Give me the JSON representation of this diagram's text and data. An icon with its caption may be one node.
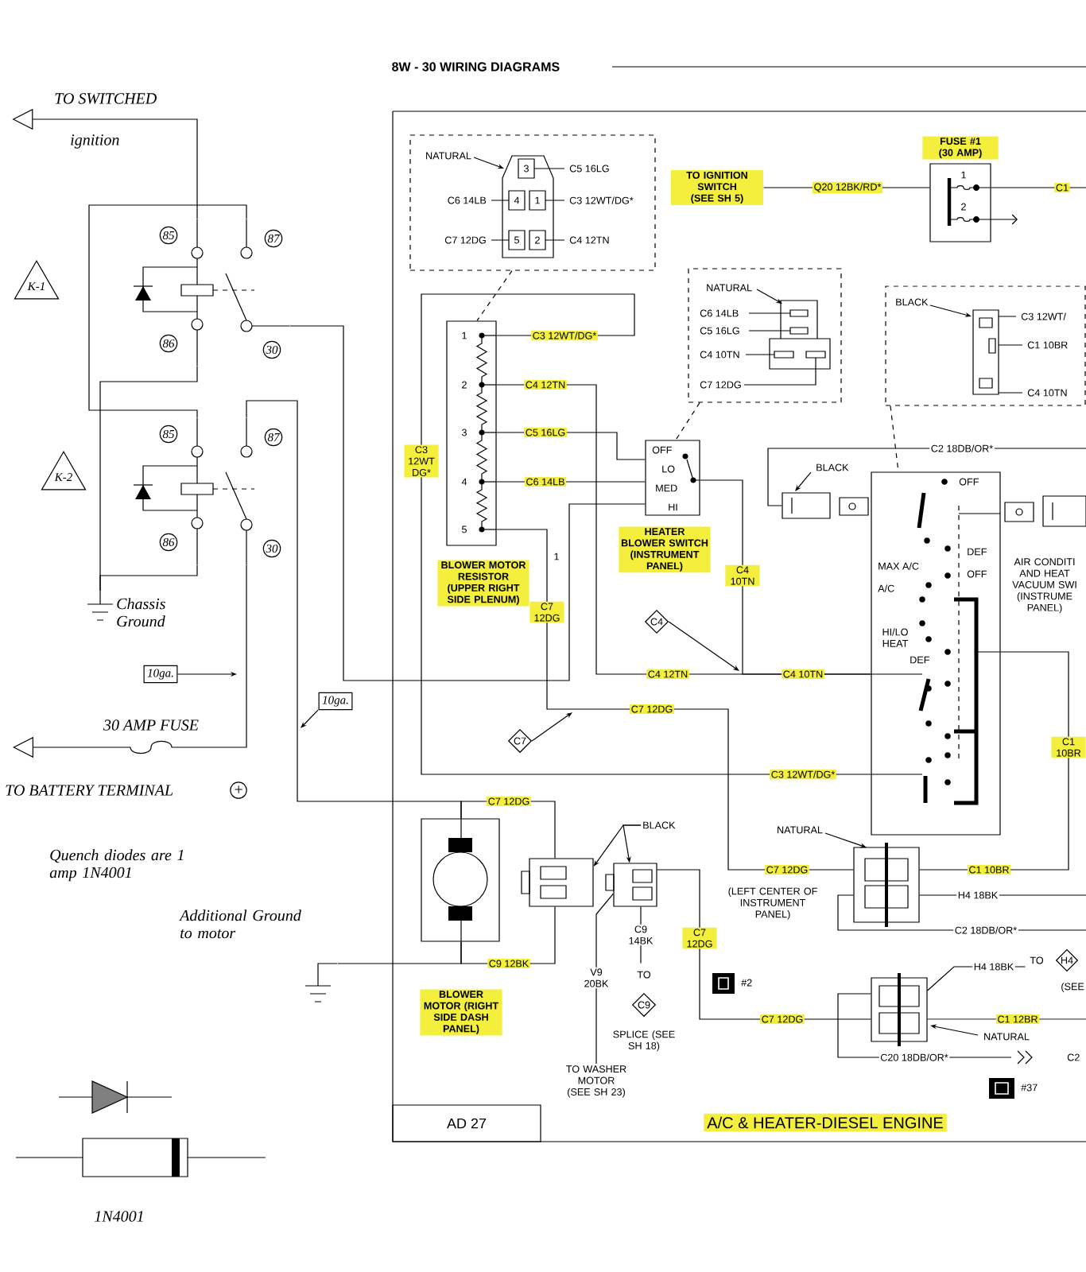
{
  "diagram": {
    "title": "8W - 30 WIRING DIAGRAMS",
    "caption": "A/C & HEATER-DIESEL ENGINE",
    "nodes": [
      {
        "text": [
          "85",
          "87",
          "86",
          "30"
        ]
      },
      {
        "text": [
          "85",
          "87",
          "86",
          "30"
        ]
      },
      {
        "text": [
          "Chassis Ground"
        ]
      },
      {
        "text": [
          "10ga."
        ]
      },
      {
        "text": [
          "10ga."
        ]
      },
      {
        "text": [
          "Additional Ground to motor"
        ]
      },
      {
        "text": [
          "NATURAL",
          "3",
          "C5 16LG",
          "C6 14LB",
          "4",
          "1",
          "C3 12WT/DG*",
          "C7 12DG",
          "5",
          "2",
          "C4 12TN"
        ]
      },
      {
        "text": [
          "TO IGNITION SWITCH (SEE SH 5)"
        ]
      },
      {
        "text": [
          "FUSE #1 (30 AMP)",
          "1",
          "2"
        ]
      },
      {
        "text": [
          "NATURAL",
          "C6 14LB",
          "C5 16LG",
          "C4 10TN",
          "C7 12DG"
        ]
      },
      {
        "text": [
          "BLACK",
          "C3 12WT/",
          "C1 10BR",
          "C4 10TN"
        ]
      },
      {
        "text": [
          "1",
          "2",
          "3",
          "4",
          "5",
          "BLOWER MOTOR RESISTOR (UPPER RIGHT SIDE PLENUM)"
        ]
      },
      {
        "text": [
          "OFF",
          "LO",
          "MED",
          "HI",
          "HEATER BLOWER SWITCH (INSTRUMENT PANEL)"
        ]
      },
      {
        "text": [
          "BLACK"
        ]
      },
      {
        "text": [
          "OFF",
          "DEF",
          "MAX A/C",
          "OFF",
          "A/C",
          "HI/LO HEAT",
          "DEF"
        ],
        "beside": [
          "AIR CONDITI AND HEAT VACUUM SWI (INSTRUME PANEL)"
        ]
      },
      {
        "text": [
          "C4"
        ]
      },
      {
        "text": [
          "C7"
        ]
      },
      {
        "text": [],
        "shape": "box",
        "beside": [
          "BLOWER MOTOR (RIGHT SIDE DASH PANEL)"
        ]
      },
      {
        "text": [],
        "shape": "box"
      },
      {
        "text": [],
        "shape": "box"
      },
      {
        "text": [
          "BLACK"
        ]
      },
      {
        "text": [
          "C9"
        ],
        "beside": [
          "TO",
          "SPLICE (SEE SH 18)"
        ]
      },
      {
        "text": [
          "TO WASHER MOTOR (SEE SH 23)"
        ]
      },
      {
        "text": [
          "NATURAL"
        ],
        "beside": [
          "(LEFT CENTER OF INSTRUMENT PANEL)"
        ]
      },
      {
        "text": [
          "NATURAL"
        ]
      },
      {
        "text": [
          "H4"
        ],
        "beside": [
          "TO",
          "(SEE"
        ]
      },
      {
        "text": [
          "K-1"
        ]
      },
      {
        "text": [
          "K-2"
        ]
      },
      {
        "text": [
          "TO SWITCHED",
          "ignition"
        ]
      }
    ],
    "edges": [
      {
        "from": 0,
        "to": 28,
        "arrow": "to"
      },
      {
        "from": 0,
        "to": 1,
        "arrow": "none"
      },
      {
        "from": 0,
        "to": 2,
        "arrow": "none"
      },
      {
        "from": 1,
        "to": 2,
        "arrow": "none"
      },
      {
        "from": 1,
        "to": null,
        "arrow": "to",
        "label": "30 AMP FUSE"
      },
      {
        "from": 0,
        "to": 12,
        "arrow": "none"
      },
      {
        "from": 1,
        "to": 17,
        "arrow": "none"
      },
      {
        "from": 5,
        "to": 17,
        "arrow": "none"
      },
      {
        "from": 3,
        "to": null,
        "arrow": "to"
      },
      {
        "from": 4,
        "to": null,
        "arrow": "to"
      },
      {
        "from": 7,
        "to": 8,
        "arrow": "none",
        "label": "Q20 12BK/RD*"
      },
      {
        "from": 8,
        "to": null,
        "arrow": "none",
        "label": "C1"
      },
      {
        "from": 6,
        "to": 11,
        "arrow": "none",
        "style": "dashed"
      },
      {
        "from": 9,
        "to": 12,
        "arrow": "none",
        "style": "dashed"
      },
      {
        "from": 10,
        "to": 14,
        "arrow": "none",
        "style": "dashed"
      },
      {
        "from": 11,
        "to": 14,
        "arrow": "none",
        "label": "C3 12WT/DG*"
      },
      {
        "from": 11,
        "to": 14,
        "arrow": "none",
        "label": "C4 12TN"
      },
      {
        "from": 11,
        "to": 12,
        "arrow": "none",
        "label": "C5 16LG"
      },
      {
        "from": 11,
        "to": 12,
        "arrow": "none",
        "label": "C6 14LB"
      },
      {
        "from": 11,
        "to": 23,
        "arrow": "none",
        "label": "C7 12DG"
      },
      {
        "from": 12,
        "to": 14,
        "arrow": "none",
        "label": "C4 10TN"
      },
      {
        "from": 15,
        "to": null,
        "arrow": "to"
      },
      {
        "from": 16,
        "to": null,
        "arrow": "to"
      },
      {
        "from": 13,
        "to": null,
        "arrow": "none",
        "label": "C2 18DB/OR*"
      },
      {
        "from": 17,
        "to": 18,
        "arrow": "none",
        "label": "C7 12DG"
      },
      {
        "from": 17,
        "to": 18,
        "arrow": "none",
        "label": "C9 12BK"
      },
      {
        "from": 20,
        "to": 18,
        "arrow": "to"
      },
      {
        "from": 20,
        "to": 19,
        "arrow": "to"
      },
      {
        "from": 19,
        "to": 21,
        "arrow": "none",
        "label": "C9 14BK"
      },
      {
        "from": 19,
        "to": 22,
        "arrow": "none",
        "label": "V9 20BK"
      },
      {
        "from": 19,
        "to": 24,
        "arrow": "none",
        "label": "C7 12DG"
      },
      {
        "from": 23,
        "to": 14,
        "arrow": "none",
        "label": "C1 10BR"
      },
      {
        "from": 23,
        "to": null,
        "arrow": "none",
        "label": "H4 18BK"
      },
      {
        "from": 23,
        "to": null,
        "arrow": "none",
        "label": "C2 18DB/OR*"
      },
      {
        "from": 24,
        "to": null,
        "arrow": "none",
        "label": "C1 12BR"
      },
      {
        "from": 24,
        "to": 25,
        "arrow": "none",
        "label": "H4 18BK"
      },
      {
        "from": 24,
        "to": null,
        "arrow": "none",
        "label": "C20 18DB/OR*"
      }
    ],
    "labels": [
      "TO BATTERY TERMINAL",
      "+",
      "Quench diodes are 1 amp 1N4001",
      "1N4001",
      "C3 12WT DG*",
      "1",
      "C4 12TN",
      "C4 10TN",
      "C7 12DG",
      "C3 12WT/DG*",
      "C7 12DG",
      "C1 10BR",
      "#2",
      "C7 12DG",
      "#37",
      "C2",
      "AD 27"
    ]
  }
}
